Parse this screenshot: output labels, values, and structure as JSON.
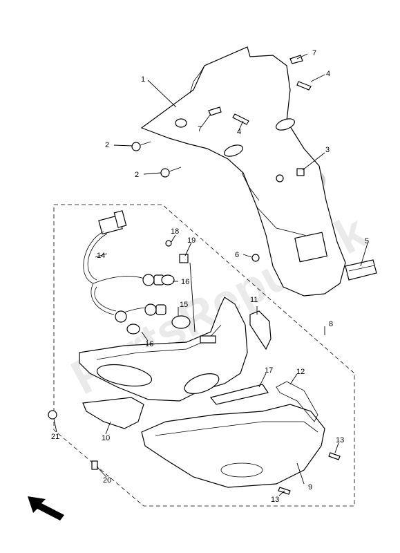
{
  "watermark": "PartsRepublik",
  "callouts": [
    {
      "id": "c1",
      "text": "1"
    },
    {
      "id": "c2a",
      "text": "2"
    },
    {
      "id": "c2b",
      "text": "2"
    },
    {
      "id": "c3",
      "text": "3"
    },
    {
      "id": "c4a",
      "text": "4"
    },
    {
      "id": "c4b",
      "text": "4"
    },
    {
      "id": "c5",
      "text": "5"
    },
    {
      "id": "c6",
      "text": "6"
    },
    {
      "id": "c7a",
      "text": "7"
    },
    {
      "id": "c7b",
      "text": "7"
    },
    {
      "id": "c8",
      "text": "8"
    },
    {
      "id": "c9",
      "text": "9"
    },
    {
      "id": "c10",
      "text": "10"
    },
    {
      "id": "c11",
      "text": "11"
    },
    {
      "id": "c12",
      "text": "12"
    },
    {
      "id": "c13a",
      "text": "13"
    },
    {
      "id": "c13b",
      "text": "13"
    },
    {
      "id": "c14",
      "text": "14"
    },
    {
      "id": "c15",
      "text": "15"
    },
    {
      "id": "c16a",
      "text": "16"
    },
    {
      "id": "c16b",
      "text": "16"
    },
    {
      "id": "c17",
      "text": "17"
    },
    {
      "id": "c18",
      "text": "18"
    },
    {
      "id": "c19",
      "text": "19"
    },
    {
      "id": "c20",
      "text": "20"
    },
    {
      "id": "c21",
      "text": "21"
    }
  ],
  "icons": {
    "front_arrow": "arrow-pointing-front-icon",
    "gear": "gear-watermark-icon"
  }
}
